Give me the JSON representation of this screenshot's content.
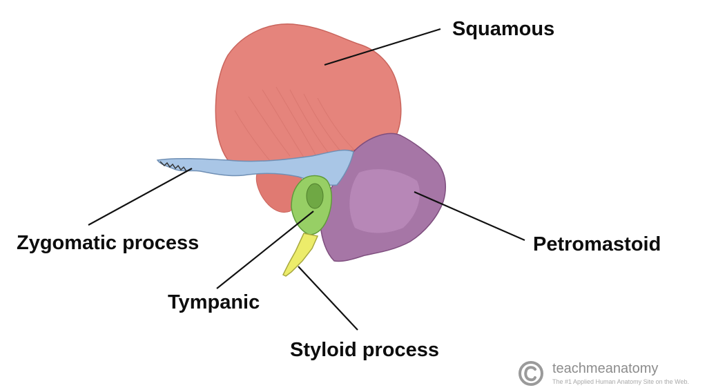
{
  "labels": {
    "squamous": "Squamous",
    "zygomatic_process": "Zygomatic process",
    "petromastoid": "Petromastoid",
    "tympanic": "Tympanic",
    "styloid_process": "Styloid process"
  },
  "watermark": {
    "name": "teachmeanatomy",
    "tagline": "The #1 Applied Human Anatomy Site on the Web.",
    "logo_icon": "copyright-icon"
  },
  "colors": {
    "squamous": "#e5847c",
    "zygomatic_process": "#a9c6e6",
    "petromastoid": "#a676a6",
    "tympanic": "#97cf65",
    "styloid_process": "#ecec6a",
    "leader_line": "#111111",
    "watermark": "#8c8c8c"
  }
}
